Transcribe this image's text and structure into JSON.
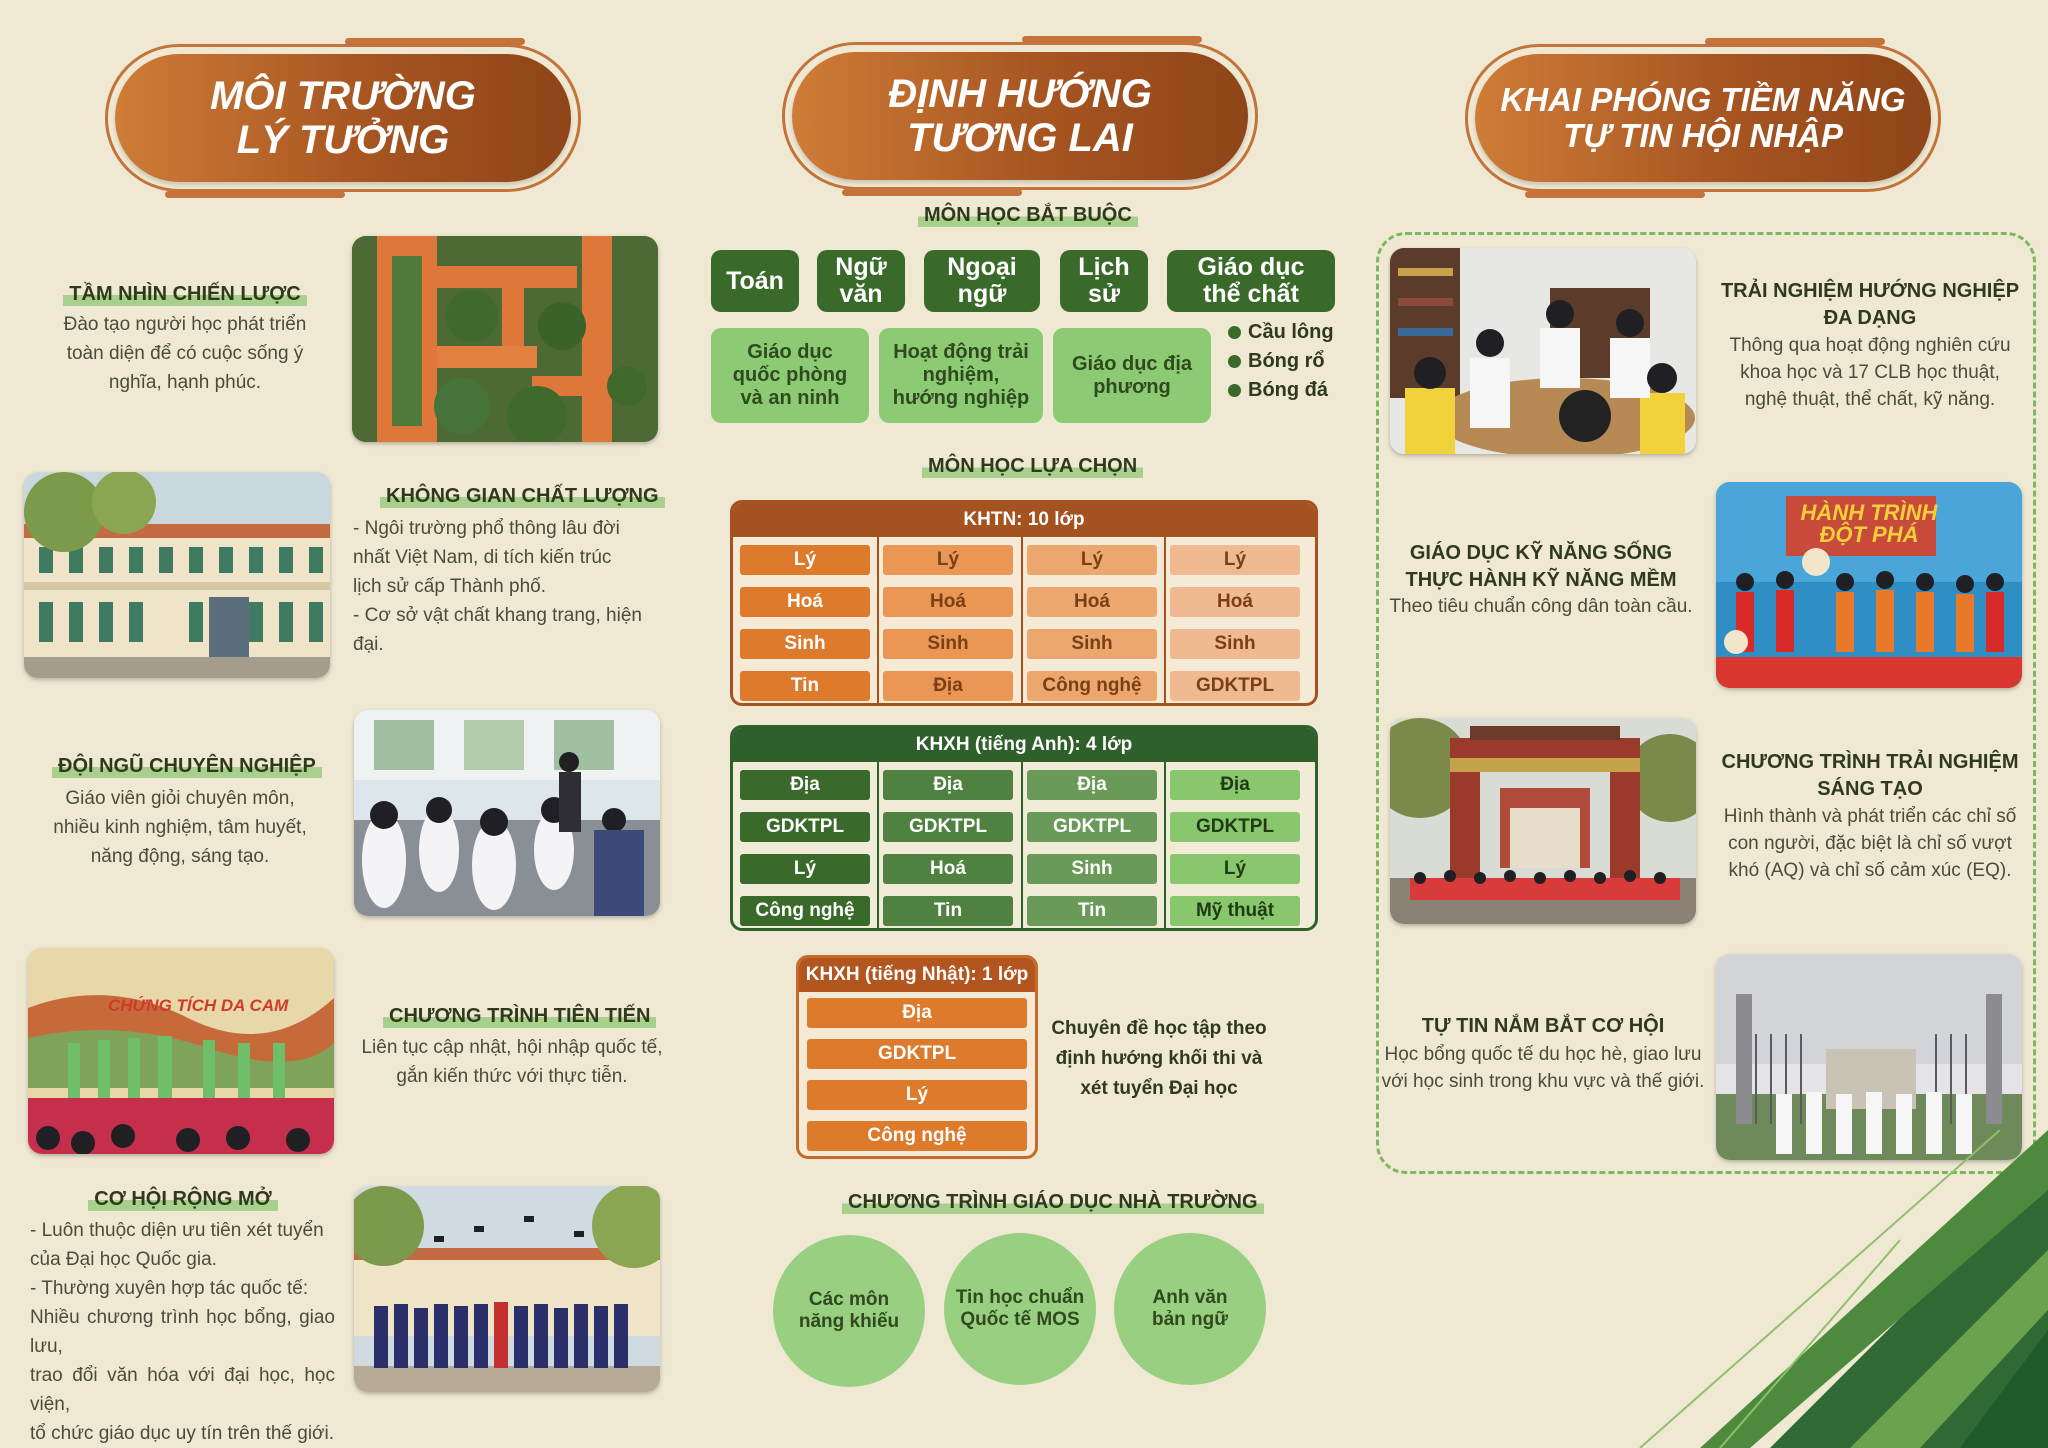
{
  "headers": {
    "left": [
      "MÔI TRƯỜNG",
      "LÝ TƯỞNG"
    ],
    "middle": [
      "ĐỊNH HƯỚNG",
      "TƯƠNG LAI"
    ],
    "right": [
      "KHAI PHÓNG TIỀM NĂNG",
      "TỰ TIN HỘI NHẬP"
    ]
  },
  "left": {
    "s1": {
      "title": "TẦM NHÌN CHIẾN LƯỢC",
      "body": "Đào tạo người học phát triển toàn diện để có cuộc sống ý nghĩa, hạnh phúc."
    },
    "s2": {
      "title": "KHÔNG GIAN CHẤT LƯỢNG",
      "lines": [
        "- Ngôi trường phổ thông lâu đời",
        "nhất Việt Nam, di tích kiến trúc",
        "lịch sử cấp Thành phố.",
        "- Cơ sở vật chất khang trang, hiện đại."
      ]
    },
    "s3": {
      "title": "ĐỘI NGŨ CHUYÊN NGHIỆP",
      "lines": [
        "Giáo viên giỏi chuyên môn,",
        "nhiều kinh nghiệm, tâm huyết,",
        "năng động, sáng tạo."
      ]
    },
    "s4": {
      "title": "CHƯƠNG TRÌNH TIÊN TIẾN",
      "lines": [
        "Liên tục cập nhật, hội nhập quốc tế,",
        "gắn kiến thức với thực tiễn."
      ]
    },
    "s5": {
      "title": "CƠ HỘI RỘNG MỞ",
      "lines": [
        "- Luôn thuộc diện ưu tiên xét tuyển",
        "của Đại học Quốc gia.",
        "- Thường xuyên hợp tác quốc tế:",
        "Nhiều chương trình học bổng, giao lưu,",
        "trao đổi văn hóa với đại học, học viện,",
        "tổ chức giáo dục uy tín trên thế giới."
      ]
    },
    "banner_text": "CHỨNG TÍCH DA CAM"
  },
  "middle": {
    "required_heading": "MÔN HỌC BẮT BUỘC",
    "required_dark": [
      "Toán",
      "Ngữ văn",
      "Ngoại ngữ",
      "Lịch sử",
      "Giáo dục thể chất"
    ],
    "required_light": [
      "Giáo dục quốc phòng và an ninh",
      "Hoạt động trải nghiệm, hướng nghiệp",
      "Giáo dục địa phương"
    ],
    "sports": [
      "Cầu lông",
      "Bóng rổ",
      "Bóng đá"
    ],
    "elective_heading": "MÔN HỌC LỰA CHỌN",
    "khtn": {
      "title": "KHTN: 10 lớp",
      "columns": [
        [
          "Lý",
          "Hoá",
          "Sinh",
          "Tin"
        ],
        [
          "Lý",
          "Hoá",
          "Sinh",
          "Địa"
        ],
        [
          "Lý",
          "Hoá",
          "Sinh",
          "Công nghệ"
        ],
        [
          "Lý",
          "Hoá",
          "Sinh",
          "GDKTPL"
        ]
      ]
    },
    "khxh_en": {
      "title": "KHXH (tiếng Anh): 4 lớp",
      "columns": [
        [
          "Địa",
          "GDKTPL",
          "Lý",
          "Công nghệ"
        ],
        [
          "Địa",
          "GDKTPL",
          "Hoá",
          "Tin"
        ],
        [
          "Địa",
          "GDKTPL",
          "Sinh",
          "Tin"
        ],
        [
          "Địa",
          "GDKTPL",
          "Lý",
          "Mỹ thuật"
        ]
      ]
    },
    "khxh_jp": {
      "title": "KHXH (tiếng Nhật): 1 lớp",
      "items": [
        "Địa",
        "GDKTPL",
        "Lý",
        "Công nghệ"
      ]
    },
    "note": [
      "Chuyên đề học tập theo",
      "định hướng khối thi và",
      "xét tuyển Đại học"
    ],
    "school_heading": "CHƯƠNG TRÌNH GIÁO DỤC NHÀ TRƯỜNG",
    "circles": [
      "Các môn năng khiếu",
      "Tin học chuẩn Quốc tế MOS",
      "Anh văn bản ngữ"
    ]
  },
  "right": {
    "r1": {
      "title": [
        "TRẢI NGHIỆM HƯỚNG NGHIỆP",
        "ĐA DẠNG"
      ],
      "body": [
        "Thông qua hoạt động nghiên cứu",
        "khoa học và 17 CLB học thuật,",
        "nghệ thuật, thể chất, kỹ năng."
      ]
    },
    "r2": {
      "title": [
        "GIÁO DỤC KỸ NĂNG SỐNG",
        "THỰC HÀNH KỸ NĂNG MỀM"
      ],
      "body": [
        "Theo tiêu chuẩn công dân toàn cầu."
      ]
    },
    "r3": {
      "title": [
        "CHƯƠNG TRÌNH TRẢI NGHIỆM",
        "SÁNG TẠO"
      ],
      "body": [
        "Hình thành và phát triển các chỉ số",
        "con người, đặc biệt là chỉ số vượt",
        "khó (AQ) và chỉ số cảm xúc (EQ)."
      ]
    },
    "r4": {
      "title": [
        "TỰ TIN NẮM BẮT CƠ HỘI"
      ],
      "body": [
        "Học bổng quốc tế du học hè, giao lưu",
        "với học sinh trong khu vực và thế giới."
      ]
    },
    "banner_text": [
      "HÀNH TRÌNH",
      "ĐỘT PHÁ"
    ]
  },
  "colors": {
    "background": "#efe9d3",
    "header_orange": "#a75521",
    "dark_green": "#3a6a2a",
    "light_green": "#8ccb74"
  }
}
